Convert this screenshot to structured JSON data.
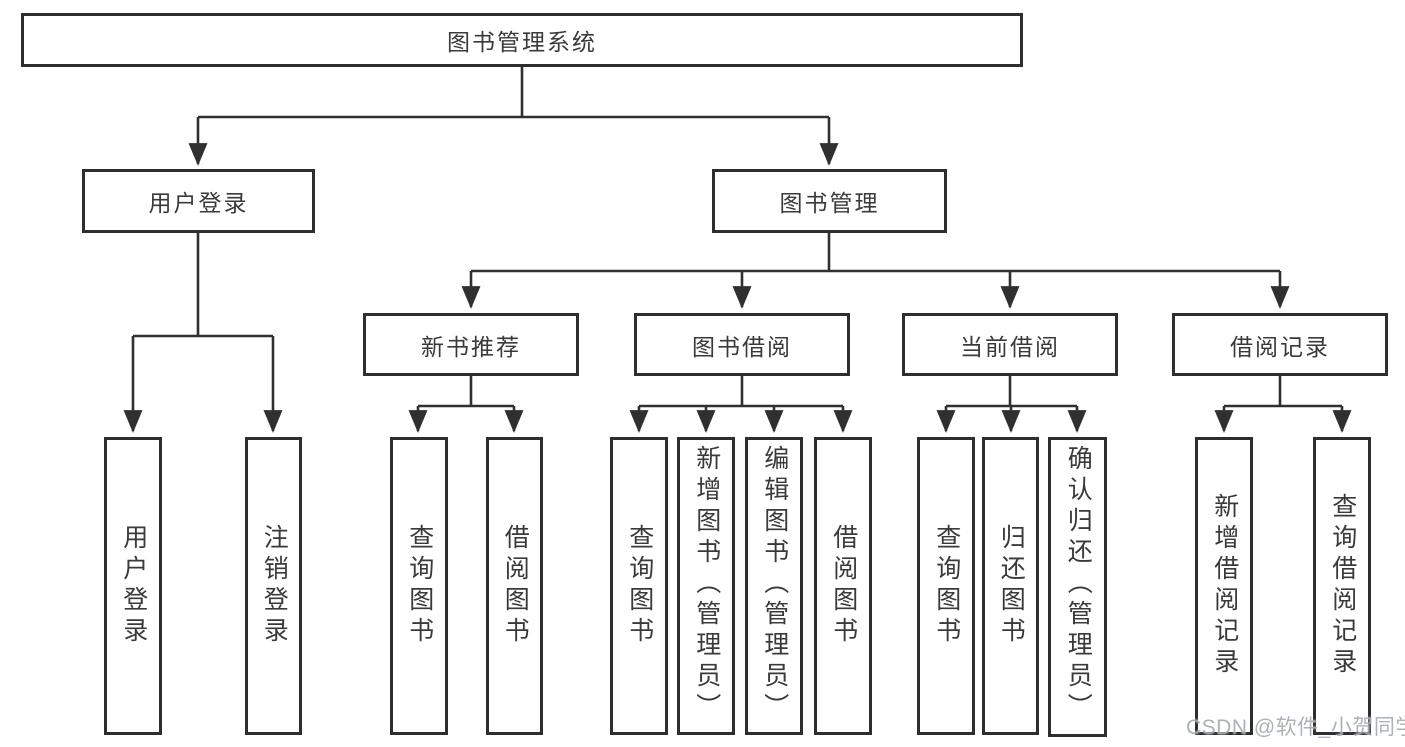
{
  "diagram_title": "图书管理系统",
  "tree": {
    "root": {
      "label": "图书管理系统",
      "children": [
        {
          "label": "用户登录",
          "children": [
            {
              "label": "用户登录"
            },
            {
              "label": "注销登录"
            }
          ]
        },
        {
          "label": "图书管理",
          "children": [
            {
              "label": "新书推荐",
              "children": [
                {
                  "label": "查询图书"
                },
                {
                  "label": "借阅图书"
                }
              ]
            },
            {
              "label": "图书借阅",
              "children": [
                {
                  "label": "查询图书"
                },
                {
                  "label": "新增图书（管理员）"
                },
                {
                  "label": "编辑图书（管理员）"
                },
                {
                  "label": "借阅图书"
                }
              ]
            },
            {
              "label": "当前借阅",
              "children": [
                {
                  "label": "查询图书"
                },
                {
                  "label": "归还图书"
                },
                {
                  "label": "确认归还（管理员）"
                }
              ]
            },
            {
              "label": "借阅记录",
              "children": [
                {
                  "label": "新增借阅记录"
                },
                {
                  "label": "查询借阅记录"
                }
              ]
            }
          ]
        }
      ]
    }
  },
  "watermark": {
    "text": "CSDN @软件_小贺同学"
  },
  "colors": {
    "line": "#303030",
    "box_border": "#2e2e2e",
    "text": "#3a3a3a",
    "background": "#ffffff",
    "watermark": "#a6acb2"
  }
}
